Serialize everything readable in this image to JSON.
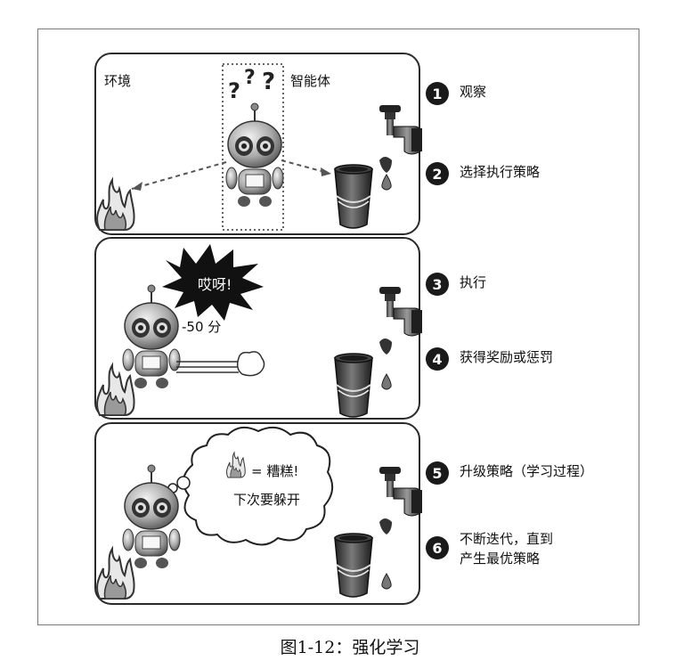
{
  "panel1": {
    "env_label": "环境",
    "agent_label": "智能体",
    "question_marks": "?"
  },
  "panel2": {
    "exclaim": "哎呀!",
    "penalty": "-50 分"
  },
  "panel3": {
    "thought_line1": "= 糟糕!",
    "thought_line2": "下次要躲开"
  },
  "steps": [
    {
      "num": "1",
      "lines": [
        "观察"
      ]
    },
    {
      "num": "2",
      "lines": [
        "选择执行策略"
      ]
    },
    {
      "num": "3",
      "lines": [
        "执行"
      ]
    },
    {
      "num": "4",
      "lines": [
        "获得奖励或惩罚"
      ]
    },
    {
      "num": "5",
      "lines": [
        "升级策略（学习过程）"
      ]
    },
    {
      "num": "6",
      "lines": [
        "不断迭代，直到",
        "产生最优策略"
      ]
    }
  ],
  "caption": "图1-12：强化学习"
}
